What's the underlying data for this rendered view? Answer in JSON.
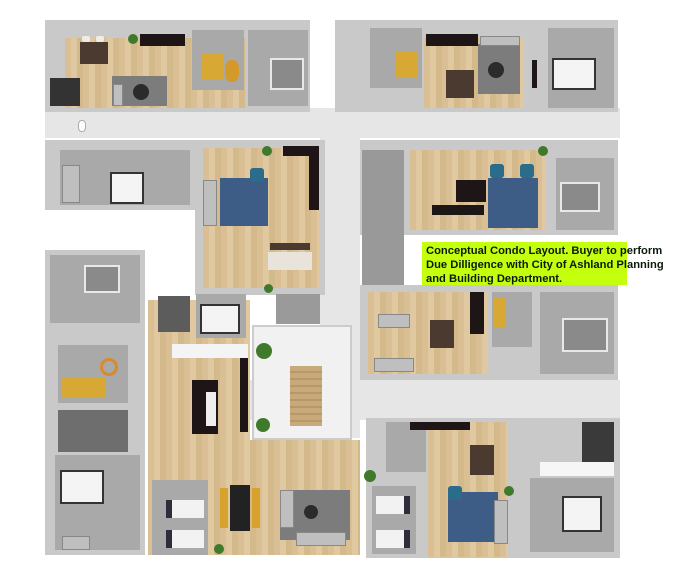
{
  "image": {
    "kind": "3D architectural floor plan render",
    "description": "Top-down 3D rendering of a multi-unit condo floor with central corridors, bedrooms, kitchens, living rooms, bathrooms and a staircase"
  },
  "annotation": {
    "lines": [
      "Conceptual Condo Layout. Buyer to perform",
      "Due Dilligence with City of Ashland Planning",
      "and Building Department."
    ],
    "background_color": "#c4ff0e",
    "text_color": "#0a1a0a"
  },
  "colors": {
    "walls": "#c9c9c9",
    "hallway": "#e6e6e6",
    "wood_floor": "#d9bf93",
    "carpet": "#a9a9a9",
    "rug_blue": "#3d5c86",
    "countertop": "#1e1516",
    "bedspread_yellow": "#d8a834",
    "plant": "#3f7a2c"
  },
  "units": [
    {
      "name": "top-left unit",
      "rooms": [
        "dining",
        "kitchen",
        "living",
        "bedroom (yellow)",
        "bedroom",
        "bathroom"
      ]
    },
    {
      "name": "top-right unit",
      "rooms": [
        "bedroom (yellow)",
        "kitchen",
        "dining",
        "living",
        "master bedroom"
      ]
    },
    {
      "name": "left-middle unit",
      "rooms": [
        "bedroom",
        "living",
        "kitchen",
        "dining"
      ]
    },
    {
      "name": "right-middle unit",
      "rooms": [
        "kitchen",
        "living",
        "bedroom",
        "bathrooms"
      ]
    },
    {
      "name": "bottom-left large unit",
      "rooms": [
        "bedrooms",
        "kitchen island",
        "dining (8 seats)",
        "living",
        "bathrooms"
      ]
    },
    {
      "name": "right-lower unit",
      "rooms": [
        "living",
        "dining",
        "bedroom"
      ]
    },
    {
      "name": "bottom-right unit",
      "rooms": [
        "kitchen",
        "dining",
        "twin bedroom",
        "living",
        "master bedroom"
      ]
    }
  ],
  "features": [
    "central cross-shaped corridor",
    "staircase",
    "potted plants"
  ]
}
